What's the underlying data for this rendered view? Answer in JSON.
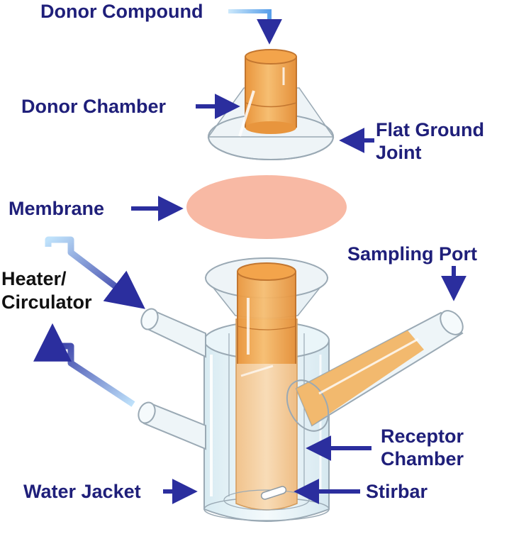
{
  "labels": {
    "donor_compound": "Donor Compound",
    "donor_chamber": "Donor Chamber",
    "flat_ground_joint_1": "Flat Ground",
    "flat_ground_joint_2": "Joint",
    "membrane": "Membrane",
    "sampling_port": "Sampling Port",
    "heater_1": "Heater/",
    "heater_2": "Circulator",
    "receptor_1": "Receptor",
    "receptor_2": "Chamber",
    "water_jacket": "Water Jacket",
    "stirbar": "Stirbar"
  },
  "colors": {
    "label_text": "#1f1f7a",
    "heater_text": "#111111",
    "arrow": "#2b2e9e",
    "glass_edge": "#9aa9b4",
    "glass_fill": "#e8f4f8",
    "liquid": "#f0ab55",
    "membrane": "#f8b9a4"
  }
}
